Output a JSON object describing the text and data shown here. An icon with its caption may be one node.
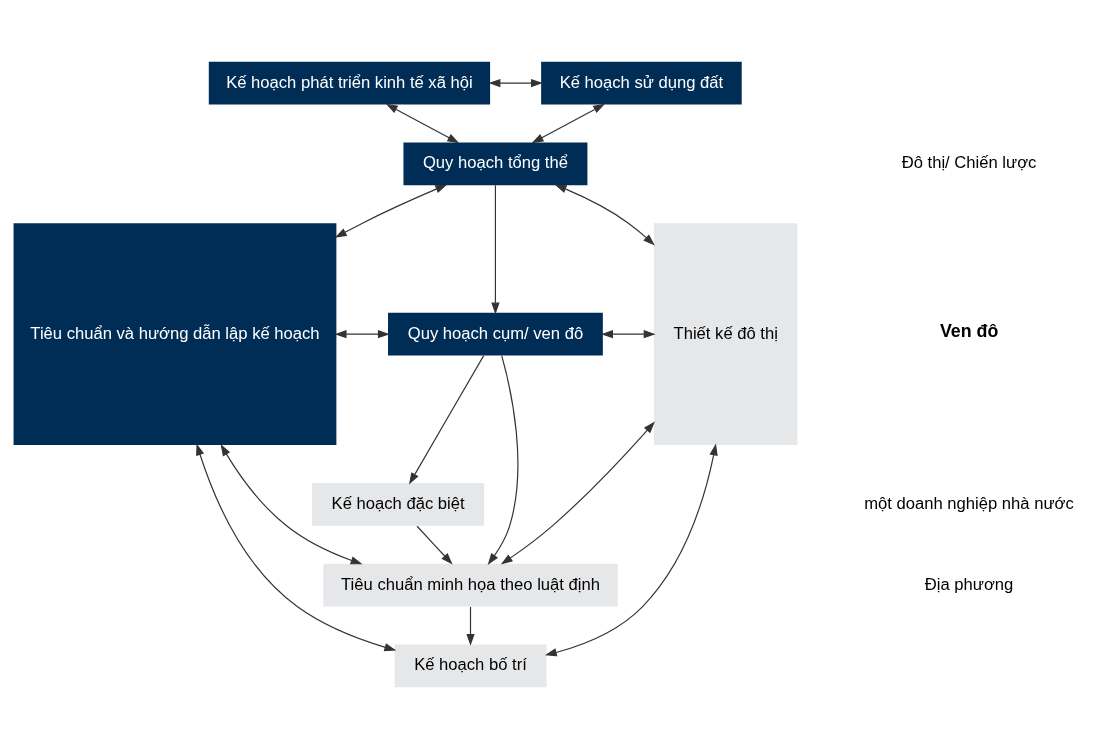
{
  "diagram": {
    "nodes": [
      {
        "text": [
          "Kế hoạch phát triển kinh tế xã hội"
        ]
      },
      {
        "text": [
          "Kế hoạch sử dụng đất"
        ]
      },
      {
        "text": [
          "Quy hoạch tổng thể"
        ]
      },
      {
        "text": [
          "Tiêu chuẩn và hướng dẫn lập kế hoạch"
        ]
      },
      {
        "text": [
          "Quy hoạch cụm/ ven đô"
        ]
      },
      {
        "text": [
          "Thiết kế đô thị"
        ]
      },
      {
        "text": [
          "Kế hoạch đặc biệt"
        ]
      },
      {
        "text": [
          "Tiêu chuẩn minh họa theo luật định"
        ]
      },
      {
        "text": [
          "Kế hoạch bố trí"
        ]
      }
    ],
    "edges": [
      {
        "from": 0,
        "to": 1,
        "arrow": "both"
      },
      {
        "from": 0,
        "to": 2,
        "arrow": "both"
      },
      {
        "from": 1,
        "to": 2,
        "arrow": "both"
      },
      {
        "from": 3,
        "to": 2,
        "arrow": "both"
      },
      {
        "from": 2,
        "to": 5,
        "arrow": "both"
      },
      {
        "from": 2,
        "to": 4,
        "arrow": "to"
      },
      {
        "from": 3,
        "to": 4,
        "arrow": "both"
      },
      {
        "from": 4,
        "to": 5,
        "arrow": "both"
      },
      {
        "from": 4,
        "to": 6,
        "arrow": "to"
      },
      {
        "from": 4,
        "to": 7,
        "arrow": "to"
      },
      {
        "from": 6,
        "to": 7,
        "arrow": "to"
      },
      {
        "from": 3,
        "to": 7,
        "arrow": "both"
      },
      {
        "from": 7,
        "to": 5,
        "arrow": "both"
      },
      {
        "from": 7,
        "to": 8,
        "arrow": "to"
      },
      {
        "from": 3,
        "to": 8,
        "arrow": "both"
      },
      {
        "from": 8,
        "to": 5,
        "arrow": "both"
      }
    ],
    "labels": [
      "Đô thị/ Chiến lược",
      "Ven đô",
      "một doanh nghiệp nhà nước",
      "Địa phương"
    ]
  }
}
